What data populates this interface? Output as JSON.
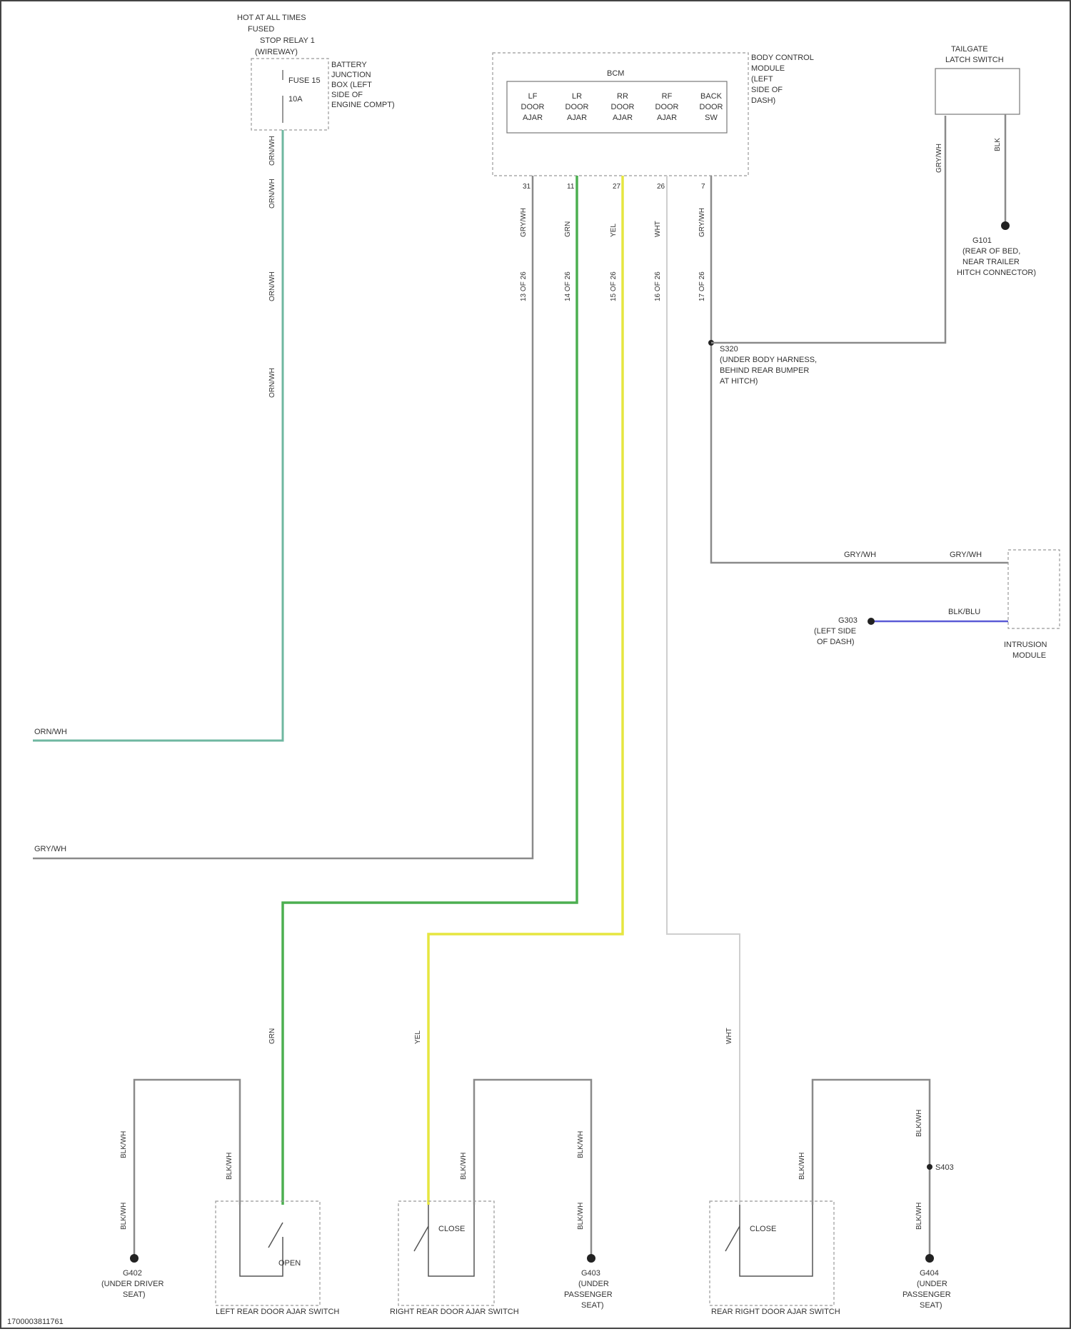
{
  "components": {
    "hot_at_all_times": {
      "title_lines": [
        "HOT AT ALL TIMES",
        "FUSED",
        "STOP RELAY 1",
        "(WIREWAY)"
      ],
      "detail_lines": [
        "BATTERY",
        "JUNCTION",
        "BOX (LEFT",
        "SIDE OF",
        "ENGINE COMPT)"
      ],
      "fuse_label": "FUSE 15",
      "amp_label": "10A"
    },
    "body_control_module": {
      "header": "BCM",
      "side_lines": [
        "BODY CONTROL",
        "MODULE",
        "(LEFT",
        "SIDE OF",
        "DASH)"
      ],
      "pins": [
        {
          "top": "LF",
          "mid": "DOOR",
          "bot": "AJAR"
        },
        {
          "top": "LR",
          "mid": "DOOR",
          "bot": "AJAR"
        },
        {
          "top": "RR",
          "mid": "DOOR",
          "bot": "AJAR"
        },
        {
          "top": "RF",
          "mid": "DOOR",
          "bot": "AJAR"
        },
        {
          "top": "BACK",
          "mid": "DOOR",
          "bot": "SW"
        }
      ]
    },
    "tailgate_switch": {
      "title_lines": [
        "TAILGATE",
        "LATCH SWITCH"
      ]
    },
    "ground_top_right": {
      "lines": [
        "G101",
        "(REAR OF BED,",
        "NEAR TRAILER",
        "HITCH CONNECTOR)"
      ]
    },
    "splice": {
      "lines": [
        "S320",
        "(UNDER BODY HARNESS,",
        "BEHIND REAR BUMPER",
        "AT HITCH)"
      ]
    },
    "intrusion_module": {
      "title_lines": [
        "INTRUSION",
        "MODULE"
      ]
    },
    "ground_left_mid": {
      "lines": [
        "G303",
        "(LEFT SIDE",
        "OF DASH)"
      ]
    },
    "left_rear_door_switch": {
      "label": "LEFT REAR DOOR AJAR SWITCH",
      "state": "OPEN"
    },
    "right_rear_door_switch": {
      "label": "RIGHT REAR DOOR AJAR SWITCH",
      "state": "CLOSE"
    },
    "rear_right_door_switch": {
      "label": "REAR RIGHT DOOR AJAR SWITCH",
      "state": "CLOSE"
    },
    "ground_bl_1": {
      "lines": [
        "G402",
        "(UNDER DRIVER",
        "SEAT)"
      ]
    },
    "ground_bl_2": {
      "lines": [
        "G403",
        "(UNDER",
        "PASSENGER",
        "SEAT)"
      ]
    },
    "ground_bl_3": {
      "lines": [
        "G404",
        "(UNDER",
        "PASSENGER",
        "SEAT)"
      ]
    }
  },
  "wire_labels": {
    "left_vertical": [
      "ORN/WH",
      "ORN/WH",
      "ORN/WH",
      "ORN/WH"
    ],
    "bcm_wires": [
      "GRY/WH",
      "GRN",
      "YEL",
      "WHT",
      "GRY/WH"
    ],
    "bcm_wires_lower": [
      "13 OF 26",
      "14 OF 26",
      "15 OF 26",
      "16 OF 26",
      "17 OF 26"
    ],
    "pin_numbers": [
      "31",
      "11",
      "27",
      "26",
      "7"
    ],
    "tailgate_wires": [
      "GRY/WH",
      "BLK"
    ],
    "left_horizontal_1": "ORN/WH",
    "left_horizontal_2": "GRY/WH",
    "intrusion_wire_1": "GRY/WH",
    "intrusion_wire_2": "GRY/WH",
    "intrusion_blue": "BLK/BLU",
    "switch_1_wires": [
      "GRN",
      "BLK/WH",
      "BLK/WH",
      "BLK/WH"
    ],
    "switch_2_wires": [
      "YEL",
      "BLK/WH",
      "BLK/WH",
      "BLK/WH"
    ],
    "switch_3_wires": [
      "WHT",
      "BLK/WH",
      "BLK/WH",
      "BLK/WH"
    ],
    "splice_bl": "S403"
  },
  "footer_id": "1700003811761"
}
